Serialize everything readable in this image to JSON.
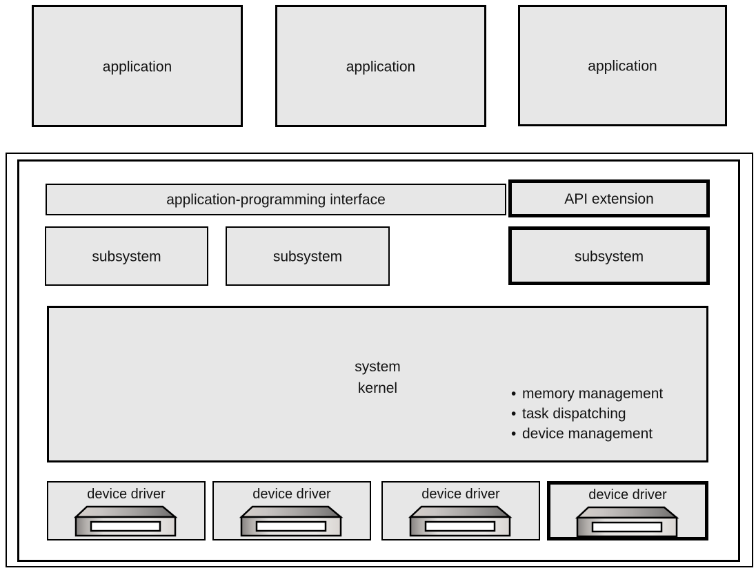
{
  "diagram": {
    "applications": [
      {
        "label": "application"
      },
      {
        "label": "application"
      },
      {
        "label": "application"
      }
    ],
    "api_bar": {
      "label": "application-programming interface"
    },
    "api_extension": {
      "label": "API extension"
    },
    "subsystems": [
      {
        "label": "subsystem"
      },
      {
        "label": "subsystem"
      },
      {
        "label": "subsystem"
      }
    ],
    "kernel": {
      "title": "system\nkernel",
      "bullet_glyph": "•",
      "bullets": [
        "memory management",
        "task dispatching",
        "device management"
      ]
    },
    "device_drivers": [
      {
        "label": "device driver"
      },
      {
        "label": "device driver"
      },
      {
        "label": "device driver"
      },
      {
        "label": "device driver"
      }
    ],
    "colors": {
      "box_fill": "#e7e7e7",
      "border": "#000000",
      "background": "#ffffff",
      "drive_top_dark": "#6e6c6b",
      "drive_top_light": "#d3ccc8",
      "drive_slot": "#ffffff"
    }
  }
}
